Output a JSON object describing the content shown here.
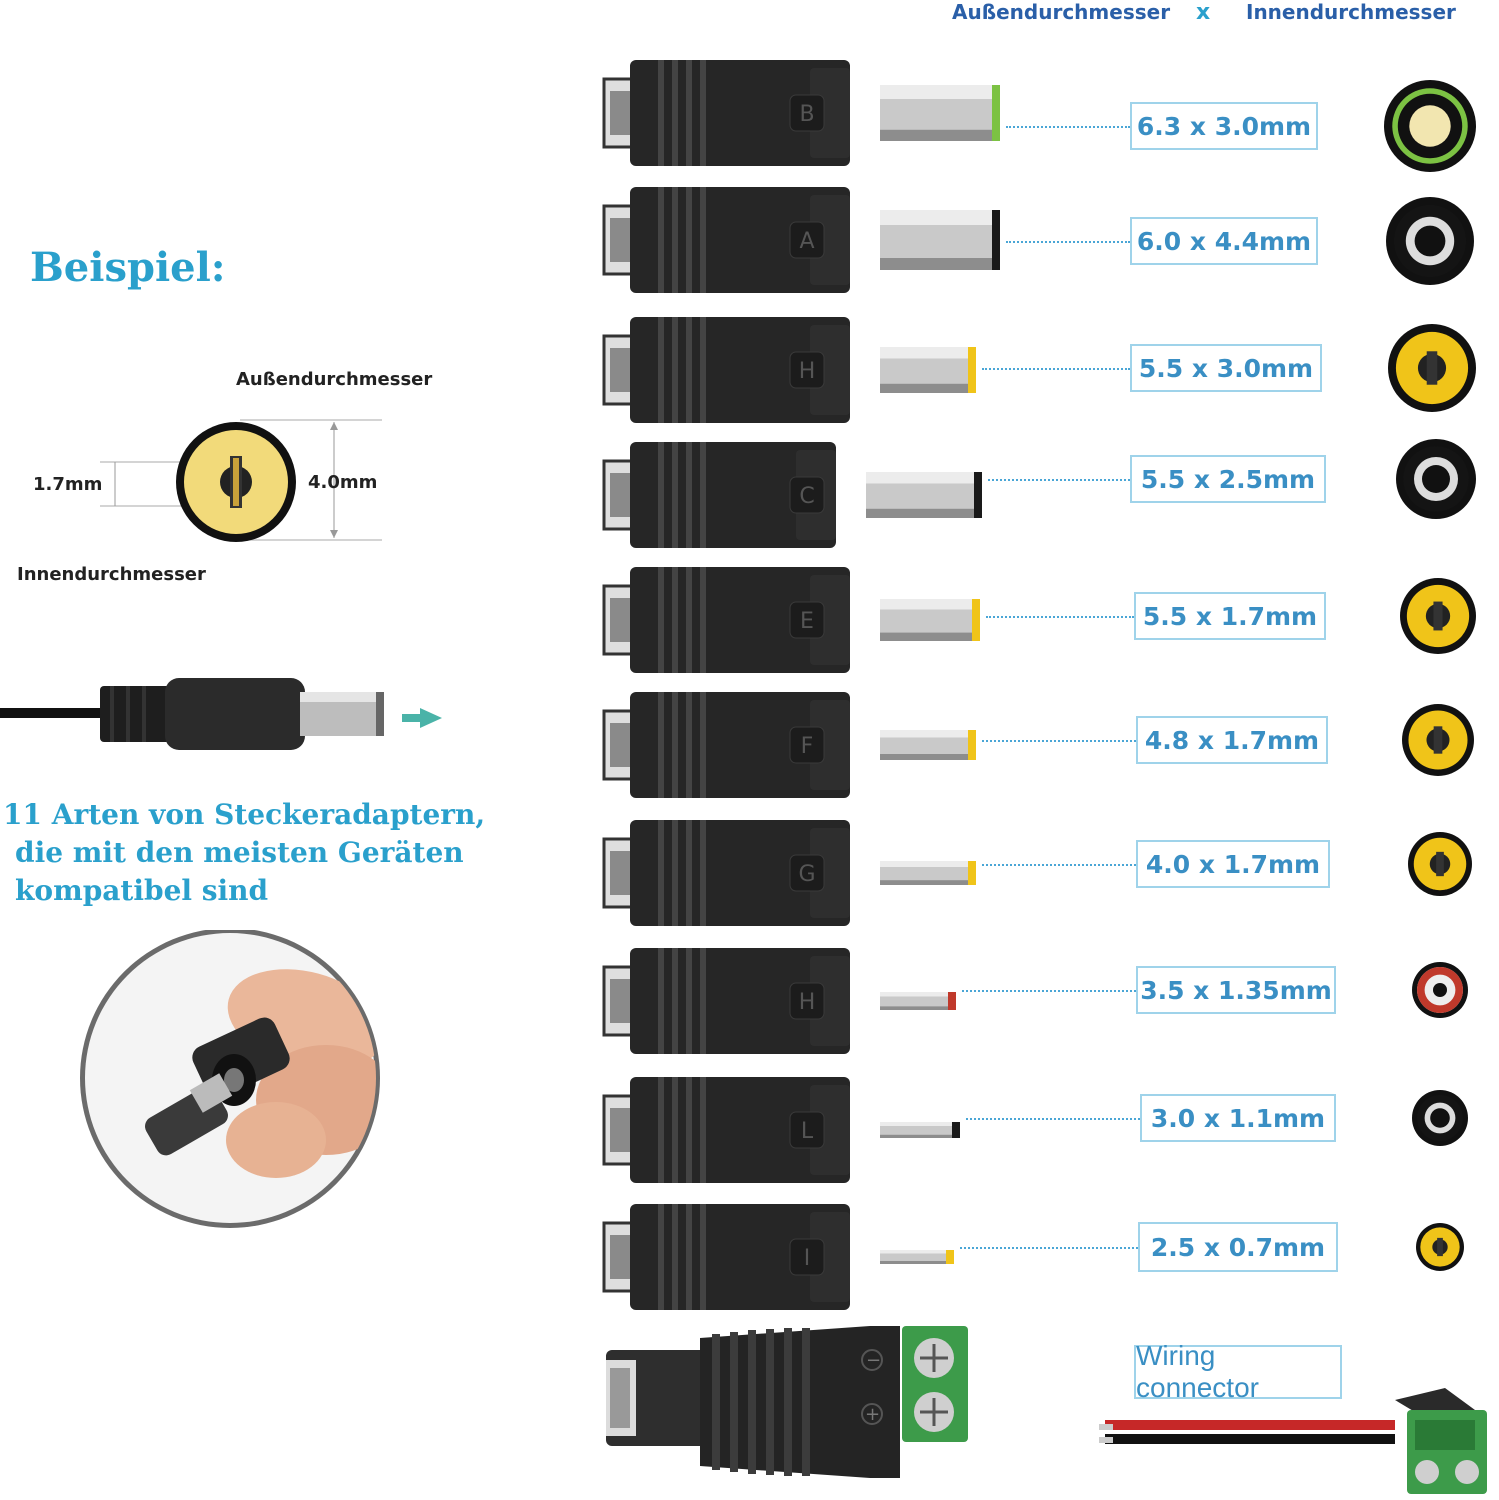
{
  "header": {
    "outer_label": "Außendurchmesser",
    "x_label": "x",
    "inner_label": "Innendurchmesser"
  },
  "example": {
    "title": "Beispiel:",
    "outer_label": "Außendurchmesser",
    "outer_value": "4.0mm",
    "inner_value": "1.7mm",
    "inner_label": "Innendurchmesser"
  },
  "description": {
    "line1": "11 Arten von Steckeradaptern,",
    "line2": "die mit den meisten Geräten",
    "line3": "kompatibel sind"
  },
  "adapters": [
    {
      "letter": "B",
      "size": "6.3 x 3.0mm",
      "tip_color": "#7cc243"
    },
    {
      "letter": "A",
      "size": "6.0 x 4.4mm",
      "tip_color": "#1a1a1a"
    },
    {
      "letter": "H",
      "size": "5.5 x 3.0mm",
      "tip_color": "#f0c419"
    },
    {
      "letter": "C",
      "size": "5.5 x 2.5mm",
      "tip_color": "#1a1a1a"
    },
    {
      "letter": "E",
      "size": "5.5 x 1.7mm",
      "tip_color": "#f0c419"
    },
    {
      "letter": "F",
      "size": "4.8 x 1.7mm",
      "tip_color": "#f0c419"
    },
    {
      "letter": "G",
      "size": "4.0 x 1.7mm",
      "tip_color": "#f0c419"
    },
    {
      "letter": "H",
      "size": "3.5 x 1.35mm",
      "tip_color": "#c0392b"
    },
    {
      "letter": "L",
      "size": "3.0 x 1.1mm",
      "tip_color": "#1a1a1a"
    },
    {
      "letter": "I",
      "size": "2.5 x 0.7mm",
      "tip_color": "#f0c419"
    }
  ],
  "wiring": {
    "label": "Wiring connector",
    "minus": "−",
    "plus": "+"
  },
  "colors": {
    "accent_blue": "#2aa0cc",
    "header_blue": "#2a5fa8",
    "box_border": "#9fd3ea",
    "box_text": "#3a8fc4",
    "terminal_green": "#3d9b4a"
  }
}
